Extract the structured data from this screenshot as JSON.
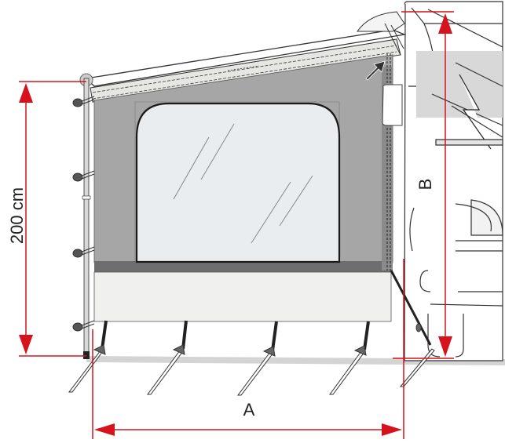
{
  "diagram": {
    "subject": "Awning side panel with window attached to vehicle",
    "dimensions": {
      "height_label": "200 cm",
      "width_label": "A",
      "vehicle_height_label": "B"
    },
    "colors": {
      "dimension_red": "#d6121d",
      "panel_gray": "#a6a6a6",
      "panel_dark_band": "#6e6e6e",
      "window_fill": "#e9edf0",
      "skirt_fill": "#f0f0ee",
      "ground": "#d4d4d4",
      "outline": "#222222"
    }
  }
}
